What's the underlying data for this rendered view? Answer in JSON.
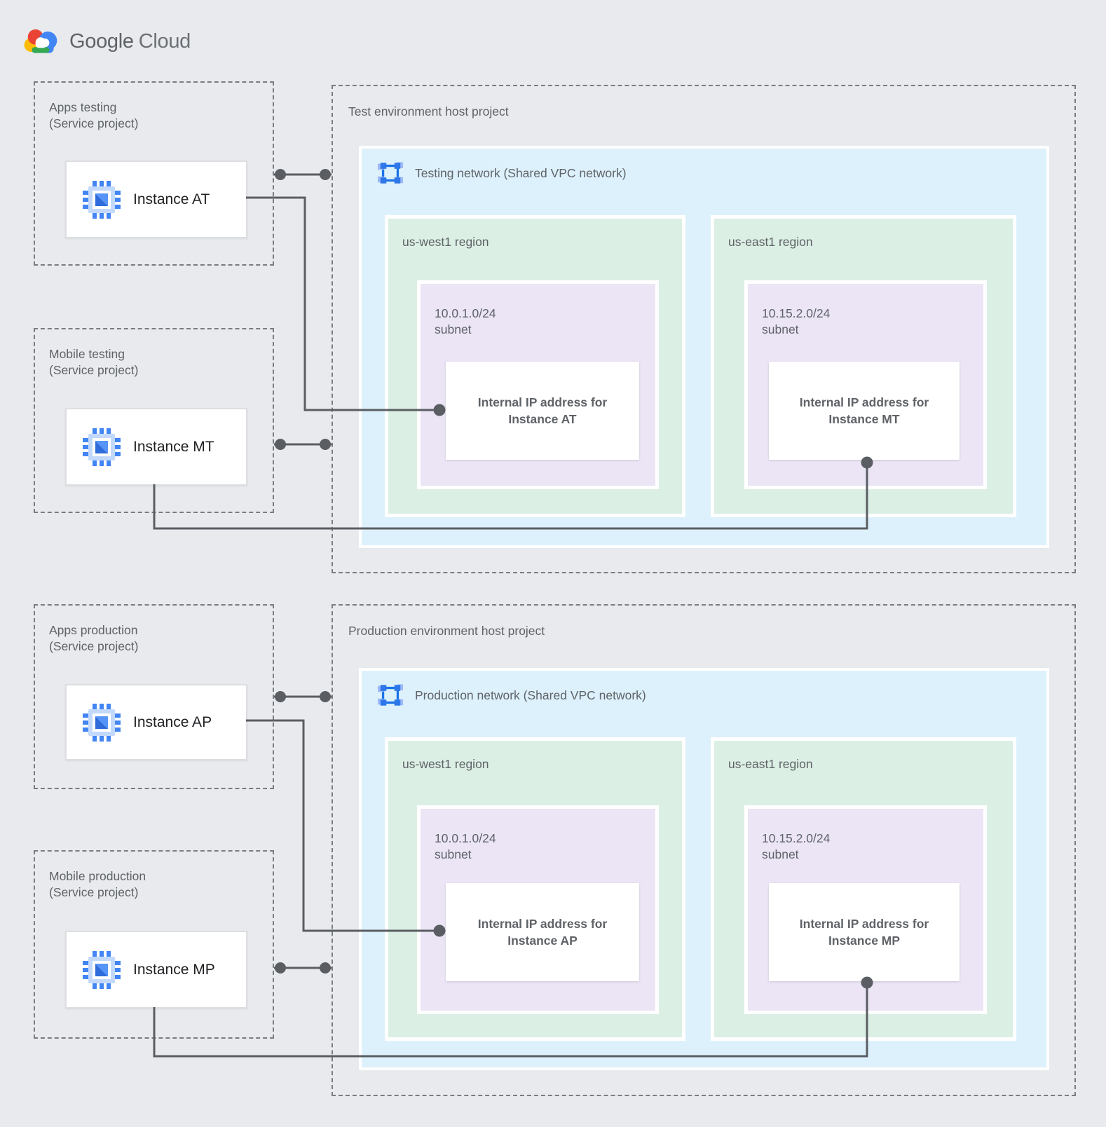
{
  "logo": {
    "brand_google": "Google",
    "brand_cloud": "Cloud"
  },
  "colors": {
    "page_bg": "#e8eaed",
    "network_bg": "#ddf1fc",
    "region_bg": "#dcefe4",
    "subnet_bg": "#ebe5f6",
    "connector": "#5a5e63",
    "label_text": "#5f6368",
    "instance_text": "#202124",
    "google_blue": "#4285f4",
    "google_red": "#ea4335",
    "google_yellow": "#fbbc04",
    "google_green": "#34a853"
  },
  "test": {
    "apps_project": {
      "title": "Apps testing",
      "subtitle": "(Service project)",
      "instance": "Instance AT"
    },
    "mobile_project": {
      "title": "Mobile testing",
      "subtitle": "(Service project)",
      "instance": "Instance MT"
    },
    "host_project": {
      "title": "Test environment host project",
      "network_label": "Testing network (Shared VPC network)",
      "region_west": {
        "name": "us-west1 region",
        "cidr": "10.0.1.0/24",
        "subnet_word": "subnet",
        "ip_line1": "Internal IP address for",
        "ip_line2": "Instance AT"
      },
      "region_east": {
        "name": "us-east1 region",
        "cidr": "10.15.2.0/24",
        "subnet_word": "subnet",
        "ip_line1": "Internal IP address for",
        "ip_line2": "Instance MT"
      }
    }
  },
  "production": {
    "apps_project": {
      "title": "Apps production",
      "subtitle": "(Service project)",
      "instance": "Instance AP"
    },
    "mobile_project": {
      "title": "Mobile production",
      "subtitle": "(Service project)",
      "instance": "Instance MP"
    },
    "host_project": {
      "title": "Production environment host project",
      "network_label": "Production network (Shared VPC network)",
      "region_west": {
        "name": "us-west1 region",
        "cidr": "10.0.1.0/24",
        "subnet_word": "subnet",
        "ip_line1": "Internal IP address for",
        "ip_line2": "Instance AP"
      },
      "region_east": {
        "name": "us-east1 region",
        "cidr": "10.15.2.0/24",
        "subnet_word": "subnet",
        "ip_line1": "Internal IP address for",
        "ip_line2": "Instance MP"
      }
    }
  }
}
